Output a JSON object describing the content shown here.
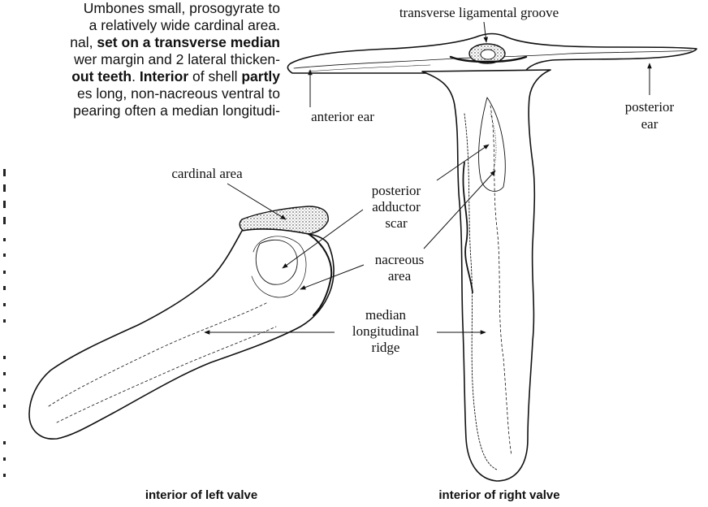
{
  "text_fragment": {
    "lines": [
      {
        "parts": [
          {
            "t": "Umbones small, prosogyrate to",
            "b": false
          }
        ]
      },
      {
        "parts": [
          {
            "t": "a relatively wide cardinal area.",
            "b": false
          }
        ]
      },
      {
        "parts": [
          {
            "t": "nal, ",
            "b": false
          },
          {
            "t": "set on a transverse median",
            "b": true
          }
        ]
      },
      {
        "parts": [
          {
            "t": "wer margin and 2 lateral thicken-",
            "b": false
          }
        ]
      },
      {
        "parts": [
          {
            "t": "out teeth",
            "b": true
          },
          {
            "t": ". ",
            "b": false
          },
          {
            "t": "Interior",
            "b": true
          },
          {
            "t": " of shell ",
            "b": false
          },
          {
            "t": "partly",
            "b": true
          }
        ]
      },
      {
        "parts": [
          {
            "t": "es long, non-nacreous ventral to",
            "b": false
          }
        ]
      },
      {
        "parts": [
          {
            "t": "pearing often a median longitudi-",
            "b": false
          }
        ]
      }
    ]
  },
  "labels": {
    "transverse_ligamental_groove": "transverse ligamental groove",
    "anterior_ear": "anterior ear",
    "posterior_ear_1": "posterior",
    "posterior_ear_2": "ear",
    "cardinal_area": "cardinal area",
    "posterior_adductor_1": "posterior",
    "posterior_adductor_2": "adductor",
    "posterior_adductor_3": "scar",
    "nacreous_1": "nacreous",
    "nacreous_2": "area",
    "median_1": "median",
    "median_2": "longitudinal",
    "median_3": "ridge"
  },
  "captions": {
    "left_valve": "interior of left valve",
    "right_valve": "interior of right valve"
  }
}
